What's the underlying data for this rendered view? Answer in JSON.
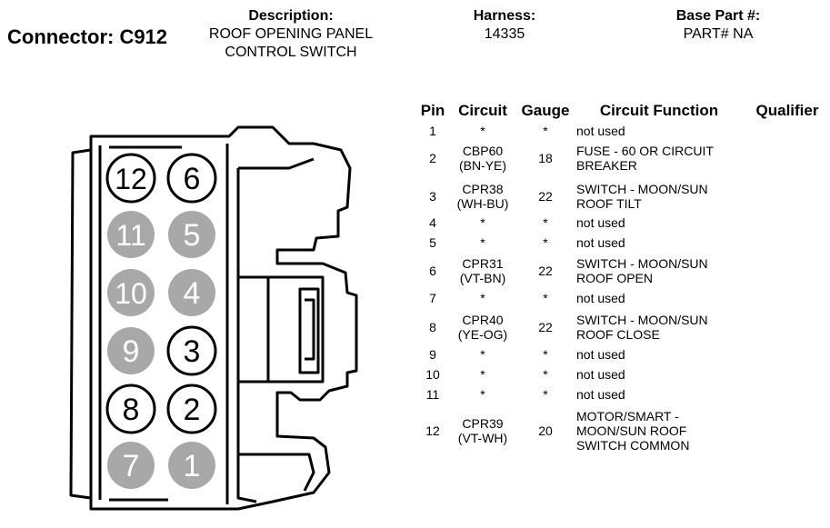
{
  "header": {
    "connector_label": "Connector: C912",
    "description_label": "Description:",
    "description_value": "ROOF OPENING PANEL\nCONTROL SWITCH",
    "harness_label": "Harness:",
    "harness_value": "14335",
    "base_part_label": "Base Part #:",
    "base_part_value": "PART# NA"
  },
  "table": {
    "headers": {
      "pin": "Pin",
      "circuit": "Circuit",
      "gauge": "Gauge",
      "function": "Circuit Function",
      "qualifier": "Qualifier"
    },
    "rows": [
      {
        "pin": "1",
        "circuit": "*",
        "gauge": "*",
        "function": "not used"
      },
      {
        "pin": "2",
        "circuit": "CBP60\n(BN-YE)",
        "gauge": "18",
        "function": "FUSE - 60 OR CIRCUIT\nBREAKER"
      },
      {
        "pin": "3",
        "circuit": "CPR38\n(WH-BU)",
        "gauge": "22",
        "function": "SWITCH - MOON/SUN\nROOF TILT"
      },
      {
        "pin": "4",
        "circuit": "*",
        "gauge": "*",
        "function": "not used"
      },
      {
        "pin": "5",
        "circuit": "*",
        "gauge": "*",
        "function": "not used"
      },
      {
        "pin": "6",
        "circuit": "CPR31\n(VT-BN)",
        "gauge": "22",
        "function": "SWITCH - MOON/SUN\nROOF OPEN"
      },
      {
        "pin": "7",
        "circuit": "*",
        "gauge": "*",
        "function": "not used"
      },
      {
        "pin": "8",
        "circuit": "CPR40\n(YE-OG)",
        "gauge": "22",
        "function": "SWITCH - MOON/SUN\nROOF CLOSE"
      },
      {
        "pin": "9",
        "circuit": "*",
        "gauge": "*",
        "function": "not used"
      },
      {
        "pin": "10",
        "circuit": "*",
        "gauge": "*",
        "function": "not used"
      },
      {
        "pin": "11",
        "circuit": "*",
        "gauge": "*",
        "function": "not used"
      },
      {
        "pin": "12",
        "circuit": "CPR39\n(VT-WH)",
        "gauge": "20",
        "function": "MOTOR/SMART -\nMOON/SUN ROOF\nSWITCH COMMON"
      }
    ]
  },
  "connector": {
    "cavities": [
      {
        "label": "12",
        "state": "used"
      },
      {
        "label": "6",
        "state": "used"
      },
      {
        "label": "11",
        "state": "unused"
      },
      {
        "label": "5",
        "state": "unused"
      },
      {
        "label": "10",
        "state": "unused"
      },
      {
        "label": "4",
        "state": "unused"
      },
      {
        "label": "9",
        "state": "unused"
      },
      {
        "label": "3",
        "state": "used"
      },
      {
        "label": "8",
        "state": "used"
      },
      {
        "label": "2",
        "state": "used"
      },
      {
        "label": "7",
        "state": "unused"
      },
      {
        "label": "1",
        "state": "unused"
      }
    ],
    "colors": {
      "used_fill": "#ffffff",
      "unused_fill": "#a8a8a8",
      "used_text": "#000000",
      "unused_text": "#ffffff",
      "outline": "#000000"
    }
  }
}
